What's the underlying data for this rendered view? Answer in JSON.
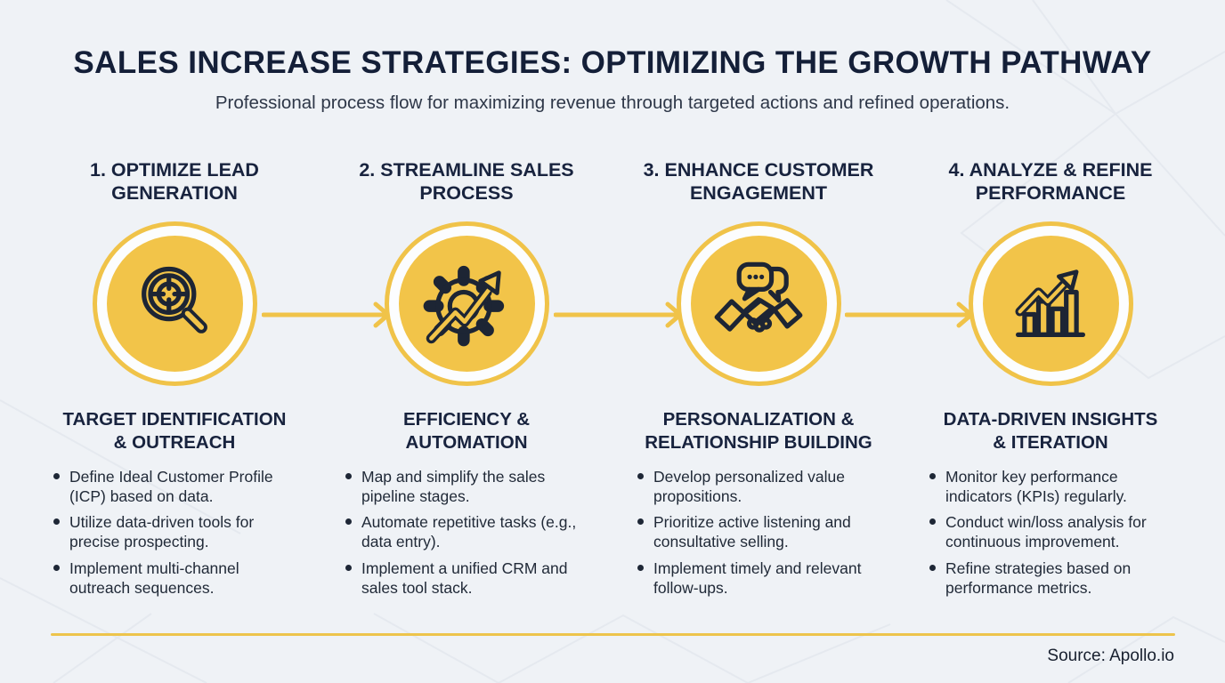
{
  "page": {
    "title": "SALES INCREASE STRATEGIES: OPTIMIZING THE GROWTH PATHWAY",
    "subtitle": "Professional process flow for maximizing revenue through targeted actions and refined operations.",
    "source": "Source: Apollo.io"
  },
  "colors": {
    "accent_yellow": "#F2C449",
    "ring_yellow": "#F0C349",
    "divider_yellow": "#EDC44C",
    "navy_text": "#18233E",
    "icon_stroke": "#1D2534",
    "background": "#EFF2F6"
  },
  "steps": [
    {
      "title": [
        "1. OPTIMIZE LEAD",
        "GENERATION"
      ],
      "icon": "magnifier-target-icon",
      "subtitle": [
        "TARGET IDENTIFICATION",
        "& OUTREACH"
      ],
      "bullets": [
        "Define Ideal Customer Profile (ICP) based on data.",
        "Utilize data-driven tools for precise prospecting.",
        "Implement multi-channel outreach sequences."
      ]
    },
    {
      "title": [
        "2. STREAMLINE SALES",
        "PROCESS"
      ],
      "icon": "gear-growth-arrow-icon",
      "subtitle": [
        "EFFICIENCY &",
        "AUTOMATION"
      ],
      "bullets": [
        "Map and simplify the sales pipeline stages.",
        "Automate repetitive tasks (e.g., data entry).",
        "Implement a unified CRM and sales tool stack."
      ]
    },
    {
      "title": [
        "3. ENHANCE CUSTOMER",
        "ENGAGEMENT"
      ],
      "icon": "handshake-chat-icon",
      "subtitle": [
        "PERSONALIZATION &",
        "RELATIONSHIP BUILDING"
      ],
      "bullets": [
        "Develop personalized value propositions.",
        "Prioritize active listening and consultative selling.",
        "Implement timely and relevant follow-ups."
      ]
    },
    {
      "title": [
        "4. ANALYZE & REFINE",
        "PERFORMANCE"
      ],
      "icon": "bar-chart-growth-icon",
      "subtitle": [
        "DATA-DRIVEN INSIGHTS",
        "& ITERATION"
      ],
      "bullets": [
        "Monitor key performance indicators (KPIs) regularly.",
        "Conduct win/loss analysis for continuous improvement.",
        "Refine strategies based on performance metrics."
      ]
    }
  ]
}
